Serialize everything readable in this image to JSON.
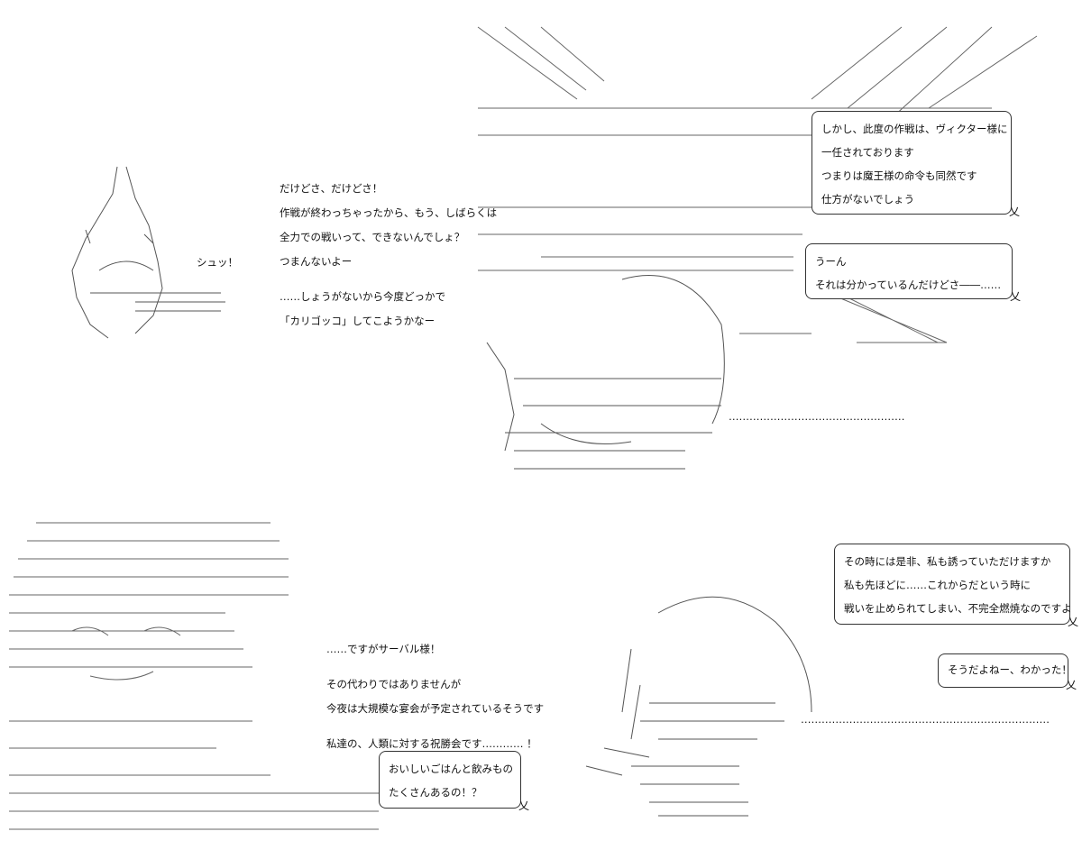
{
  "panel1": {
    "sfx": "シュッ！",
    "lines": [
      "だけどさ、だけどさ！",
      "作戦が終わっちゃったから、もう、しばらくは",
      "全力での戦いって、できないんでしょ？",
      "つまんないよー",
      "……しょうがないから今度どっかで",
      "「カリゴッコ」してこようかなー"
    ]
  },
  "panel2": {
    "bubble1": [
      "しかし、此度の作戦は、ヴィクター様に",
      "一任されております",
      "つまりは魔王様の命令も同然です",
      "仕方がないでしょう"
    ],
    "bubble2": [
      "うーん",
      "それは分かっているんだけどさ――……"
    ],
    "dots": "……………………………………………"
  },
  "panel3": {
    "lines": [
      "……ですがサーバル様！",
      "その代わりではありませんが",
      "今夜は大規模な宴会が予定されているそうです",
      "私達の、人類に対する祝勝会です………… ！"
    ],
    "bubble": [
      "おいしいごはんと飲みもの",
      "たくさんあるの！？"
    ]
  },
  "panel4": {
    "bubble1": [
      "その時には是非、私も誘っていただけますか",
      "私も先ほどに……これからだという時に",
      "戦いを止められてしまい、不完全燃焼なのですよ"
    ],
    "bubble2": [
      "そうだよねー、わかった！"
    ],
    "dots": "………………………………………………………………"
  }
}
